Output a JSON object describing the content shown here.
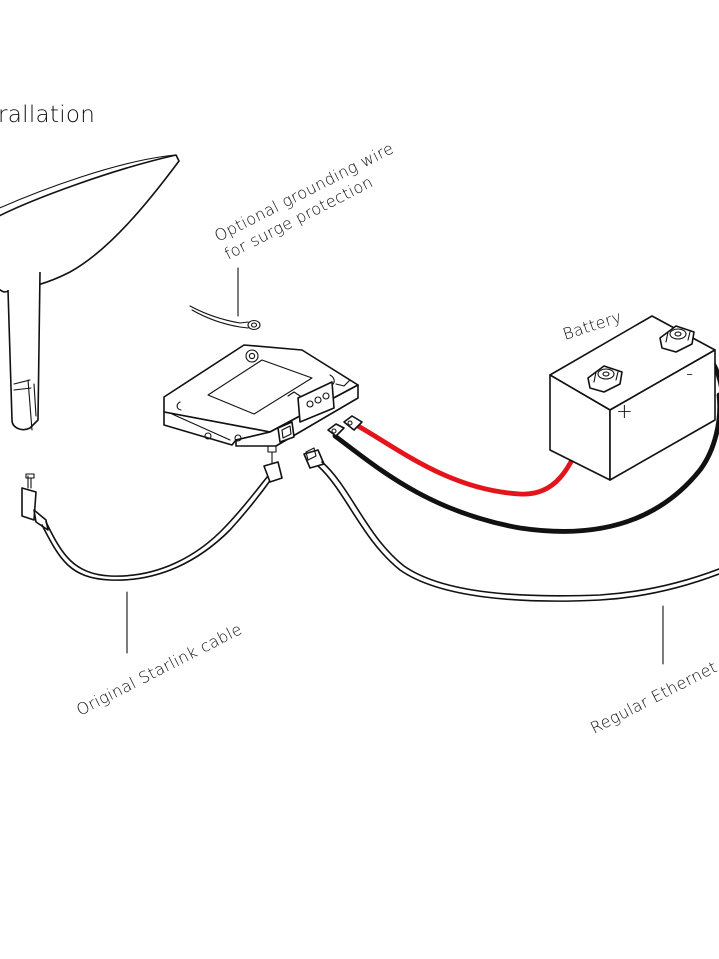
{
  "title": "rallation",
  "labels": {
    "grounding_line1": "Optional grounding wire",
    "grounding_line2": "for surge protection",
    "battery": "Battery",
    "battery_plus": "+",
    "battery_minus": "-",
    "starlink_cable": "Original Starlink cable",
    "ethernet_cable": "Regular Ethernet"
  },
  "colors": {
    "positive_wire": "#e5141b",
    "negative_wire": "#111111",
    "outline": "#111111",
    "background": "#ffffff"
  }
}
